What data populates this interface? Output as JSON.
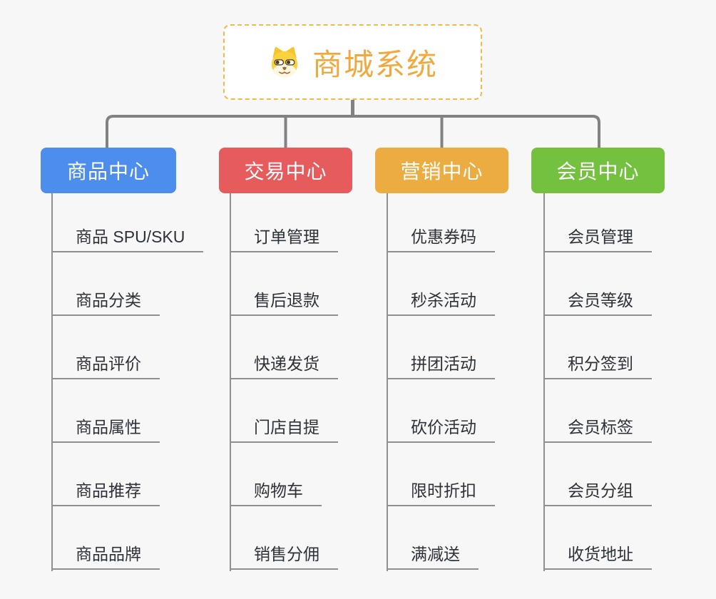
{
  "root": {
    "label": "商城系统",
    "icon": "dog-face-icon",
    "text_color": "#efa93f",
    "border_color": "#f3b94c"
  },
  "connector_color": "#828282",
  "branch_line_color": "#8f8f8f",
  "branches": [
    {
      "label": "商品中心",
      "color": "#4d8deb",
      "items": [
        "商品 SPU/SKU",
        "商品分类",
        "商品评价",
        "商品属性",
        "商品推荐",
        "商品品牌"
      ]
    },
    {
      "label": "交易中心",
      "color": "#e65c5c",
      "items": [
        "订单管理",
        "售后退款",
        "快递发货",
        "门店自提",
        "购物车",
        "销售分佣"
      ]
    },
    {
      "label": "营销中心",
      "color": "#ebad41",
      "items": [
        "优惠券码",
        "秒杀活动",
        "拼团活动",
        "砍价活动",
        "限时折扣",
        "满减送"
      ]
    },
    {
      "label": "会员中心",
      "color": "#73c13f",
      "items": [
        "会员管理",
        "会员等级",
        "积分签到",
        "会员标签",
        "会员分组",
        "收货地址"
      ]
    }
  ]
}
